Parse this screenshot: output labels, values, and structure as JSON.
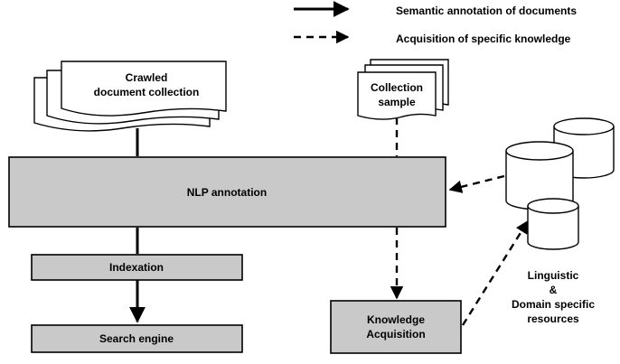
{
  "legend": {
    "solid_label": "Semantic annotation of documents",
    "dashed_label": "Acquisition of specific knowledge"
  },
  "documents": {
    "crawled": [
      "Crawled",
      "document collection"
    ],
    "sample": [
      "Collection",
      "sample"
    ]
  },
  "boxes": {
    "nlp": "NLP annotation",
    "indexation": "Indexation",
    "search": "Search engine",
    "knowledge": [
      "Knowledge",
      "Acquisition"
    ]
  },
  "resources": [
    "Linguistic",
    "&",
    "Domain specific",
    "resources"
  ],
  "colors": {
    "box_fill": "#c9c9c9",
    "stroke": "#000000",
    "page": "#ffffff"
  }
}
